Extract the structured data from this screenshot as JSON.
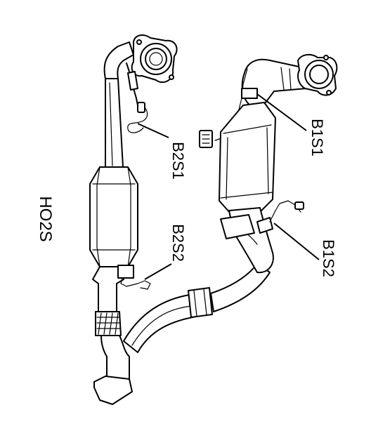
{
  "diagram": {
    "title": "HO2S",
    "labels": {
      "b2s1": "B2S1",
      "b2s2": "B2S2",
      "b1s1": "B1S1",
      "b1s2": "B1S2"
    }
  }
}
